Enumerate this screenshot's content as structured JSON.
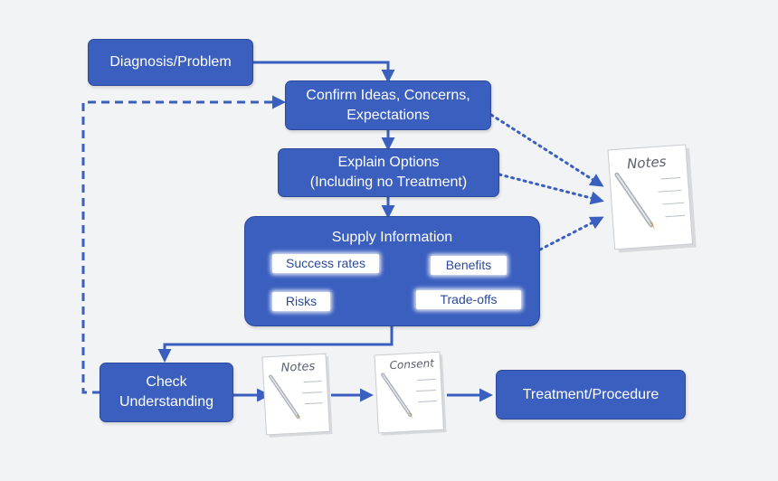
{
  "diagram": {
    "boxes": {
      "diagnosis": "Diagnosis/Problem",
      "confirm_line1": "Confirm Ideas, Concerns,",
      "confirm_line2": "Expectations",
      "explain_line1": "Explain Options",
      "explain_line2": "(Including no Treatment)",
      "supply_title": "Supply Information",
      "check_line1": "Check",
      "check_line2": "Understanding",
      "treatment": "Treatment/Procedure"
    },
    "supply_items": {
      "success_rates": "Success rates",
      "benefits": "Benefits",
      "risks": "Risks",
      "tradeoffs": "Trade-offs"
    },
    "documents": {
      "notes_top": "Notes",
      "notes_bottom": "Notes",
      "consent": "Consent"
    }
  },
  "colors": {
    "box_fill": "#3b5fbf",
    "arrow": "#3b5fbf",
    "background": "#f2f3f5"
  }
}
